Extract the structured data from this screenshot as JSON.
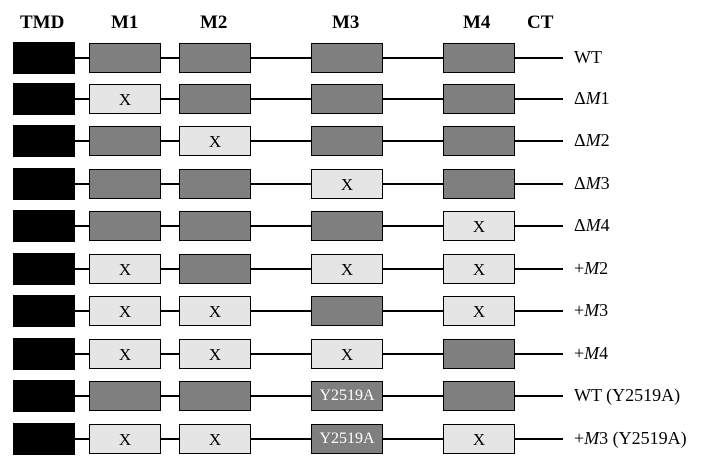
{
  "headers": {
    "tmd": "TMD",
    "m1": "M1",
    "m2": "M2",
    "m3": "M3",
    "m4": "M4",
    "ct": "CT"
  },
  "deleted_mark": "X",
  "mutation_mark": "Y2519A",
  "colors": {
    "tmd": "#000000",
    "module_present": "#7f7f7f",
    "module_deleted": "#e5e5e5"
  },
  "rows": [
    {
      "prefix": "",
      "var": "",
      "label": "WT",
      "suffix": "",
      "modules": [
        "present",
        "present",
        "present",
        "present"
      ]
    },
    {
      "prefix": "Δ",
      "var": "M",
      "label": "1",
      "suffix": "",
      "modules": [
        "deleted",
        "present",
        "present",
        "present"
      ]
    },
    {
      "prefix": "Δ",
      "var": "M",
      "label": "2",
      "suffix": "",
      "modules": [
        "present",
        "deleted",
        "present",
        "present"
      ]
    },
    {
      "prefix": "Δ",
      "var": "M",
      "label": "3",
      "suffix": "",
      "modules": [
        "present",
        "present",
        "deleted",
        "present"
      ]
    },
    {
      "prefix": "Δ",
      "var": "M",
      "label": "4",
      "suffix": "",
      "modules": [
        "present",
        "present",
        "present",
        "deleted"
      ]
    },
    {
      "prefix": "+",
      "var": "M",
      "label": "2",
      "suffix": "",
      "modules": [
        "deleted",
        "present",
        "deleted",
        "deleted"
      ]
    },
    {
      "prefix": "+",
      "var": "M",
      "label": "3",
      "suffix": "",
      "modules": [
        "deleted",
        "deleted",
        "present",
        "deleted"
      ]
    },
    {
      "prefix": "+",
      "var": "M",
      "label": "4",
      "suffix": "",
      "modules": [
        "deleted",
        "deleted",
        "deleted",
        "present"
      ]
    },
    {
      "prefix": "",
      "var": "",
      "label": "WT",
      "suffix": " (Y2519A)",
      "modules": [
        "present",
        "present",
        "mutant",
        "present"
      ]
    },
    {
      "prefix": "+",
      "var": "M",
      "label": "3",
      "suffix": " (Y2519A)",
      "modules": [
        "deleted",
        "deleted",
        "mutant",
        "deleted"
      ]
    }
  ]
}
